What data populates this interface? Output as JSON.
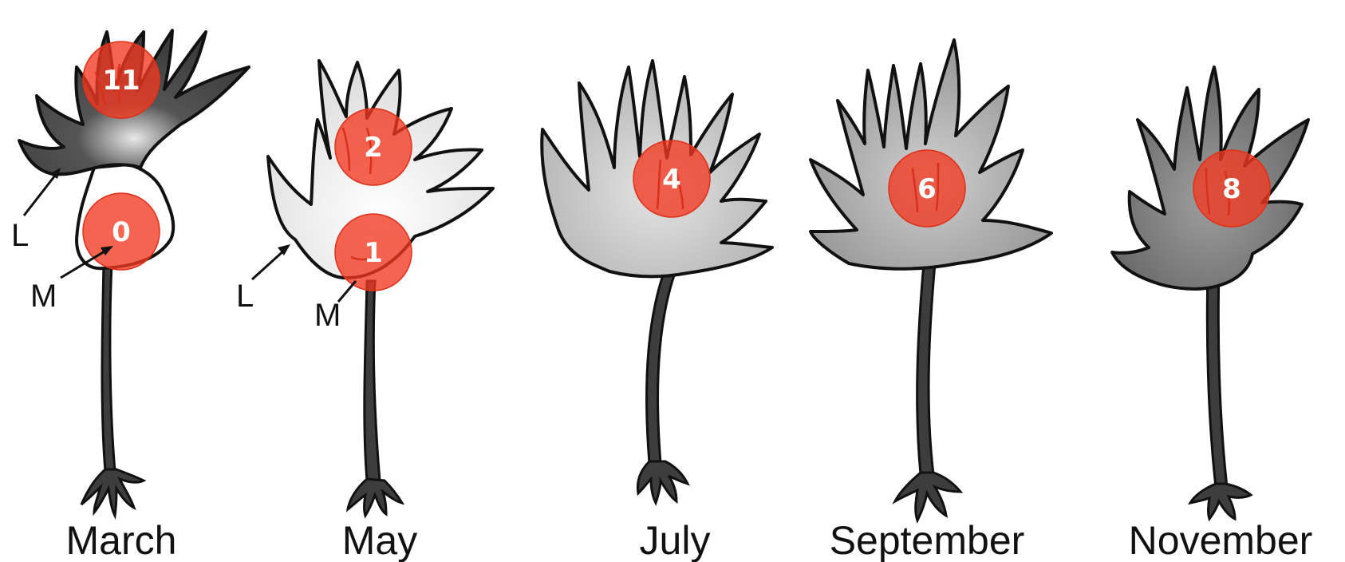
{
  "stages": [
    {
      "month": "March",
      "count": "11",
      "second_count": "0",
      "labels": [
        "L",
        "M"
      ]
    },
    {
      "month": "May",
      "count": "2",
      "second_count": "1",
      "labels": [
        "L",
        "M"
      ]
    },
    {
      "month": "July",
      "count": "4"
    },
    {
      "month": "September",
      "count": "6"
    },
    {
      "month": "November",
      "count": "8"
    }
  ],
  "colors": {
    "marker": "#f2381f",
    "dark_fill": "#3d3d3d",
    "outline": "#111111"
  }
}
